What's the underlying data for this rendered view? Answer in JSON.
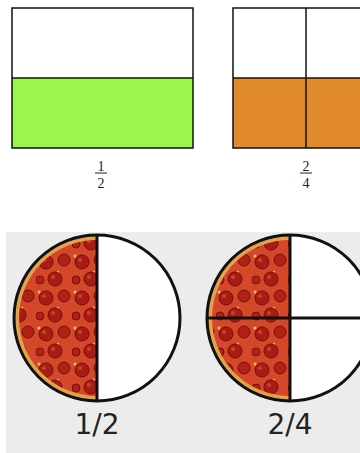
{
  "diagram": {
    "labels": [
      "1",
      "2",
      "2",
      "4",
      "1/2",
      "2/4"
    ]
  }
}
